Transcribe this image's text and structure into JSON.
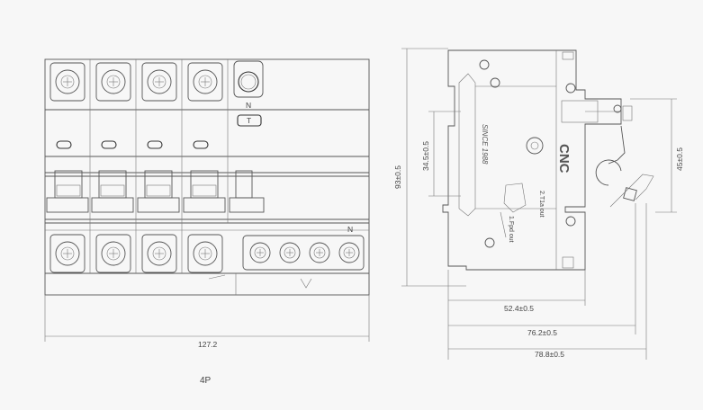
{
  "front_view": {
    "neutral_top": "N",
    "test_button": "T",
    "neutral_bottom": "N",
    "width_dim": "127.2"
  },
  "side_view": {
    "height_total": "93±0.5",
    "height_upper": "34.5±0.5",
    "height_right": "45±0.5",
    "depth_1": "52.4±0.5",
    "depth_2": "76.2±0.5",
    "depth_3": "78.8±0.5",
    "brand": "CNC",
    "since": "SINCE 1988",
    "label_a": "2.T1a out",
    "label_b": "1.Fpd out"
  },
  "caption": "4P"
}
